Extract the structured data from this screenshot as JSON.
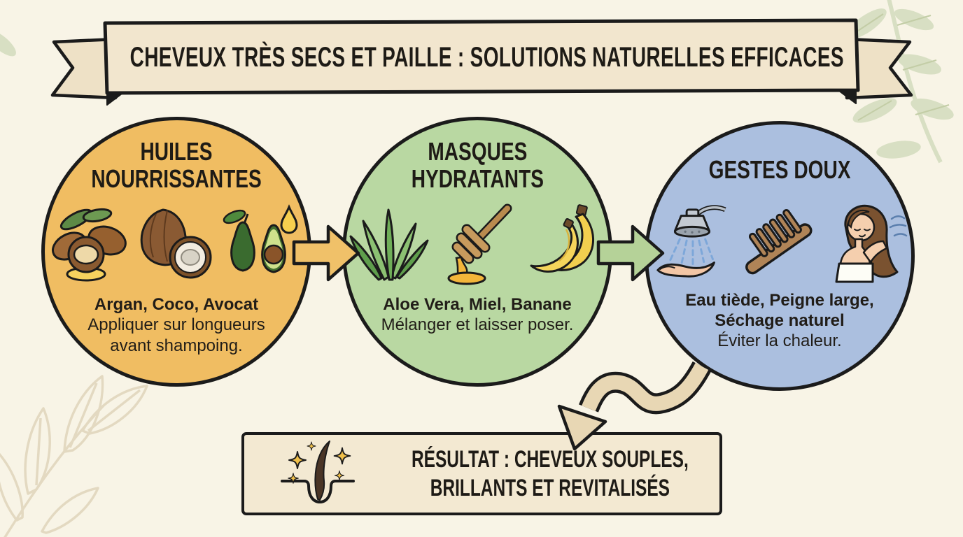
{
  "banner": {
    "title": "CHEVEUX TRÈS SECS ET PAILLE : SOLUTIONS NATURELLES EFFICACES"
  },
  "steps": [
    {
      "name": "huiles-nourrissantes",
      "title_lines": [
        "HUILES",
        "NOURRISSANTES"
      ],
      "bold_lines": [
        "Argan, Coco, Avocat"
      ],
      "regular_lines": [
        "Appliquer sur longueurs",
        "avant shampoing."
      ],
      "icons": [
        "argan-nuts-icon",
        "coconut-icon",
        "avocado-oil-drop-icon"
      ],
      "circle_color": "#f0bd62"
    },
    {
      "name": "masques-hydratants",
      "title_lines": [
        "MASQUES",
        "HYDRATANTS"
      ],
      "bold_lines": [
        "Aloe Vera, Miel, Banane"
      ],
      "regular_lines": [
        "Mélanger et laisser poser."
      ],
      "icons": [
        "aloe-vera-icon",
        "honey-dipper-icon",
        "bananas-icon"
      ],
      "circle_color": "#b9d8a2"
    },
    {
      "name": "gestes-doux",
      "title_lines": [
        "GESTES DOUX"
      ],
      "bold_lines": [
        "Eau tiède, Peigne large,",
        "Séchage naturel"
      ],
      "regular_lines": [
        "Éviter la chaleur."
      ],
      "icons": [
        "shower-hand-icon",
        "wide-comb-icon",
        "woman-hair-icon"
      ],
      "circle_color": "#abbfdf"
    }
  ],
  "result": {
    "lines": [
      "RÉSULTAT : CHEVEUX SOUPLES,",
      "BRILLANTS ET REVITALISÉS"
    ],
    "icon": "hair-follicle-sparkle-icon"
  },
  "colors": {
    "background": "#f8f4e6",
    "outline": "#1b1b1b",
    "banner_fill": "#f2e6ce",
    "circle_oils": "#f0bd62",
    "circle_masks": "#b9d8a2",
    "circle_gestures": "#abbfdf",
    "arrow_1": "#f0c169",
    "arrow_2": "#b5d298",
    "curved_arrow": "#e8d7b4",
    "result_fill": "#f3e9d2",
    "leaf_decoration": "#d8dfc3"
  }
}
